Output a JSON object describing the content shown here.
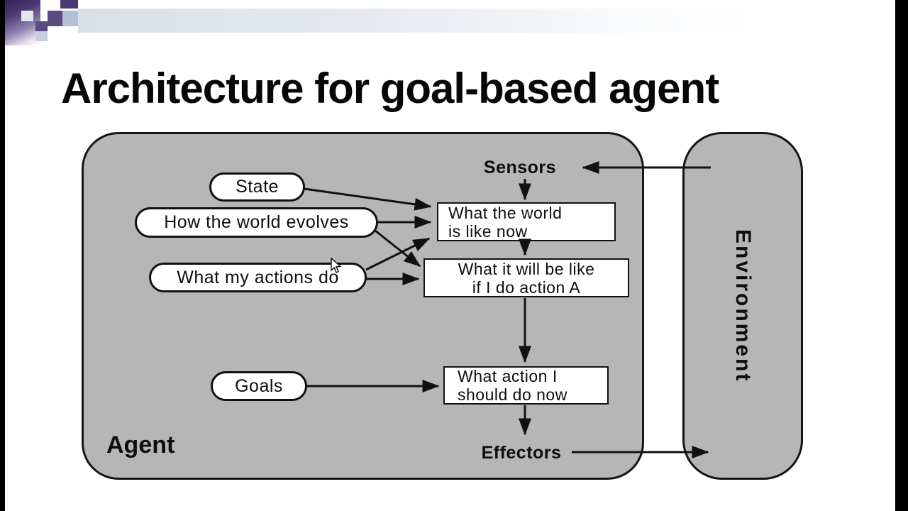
{
  "title": "Architecture for goal-based agent",
  "diagram": {
    "agent_label": "Agent",
    "environment_label": "Environment",
    "sensors_label": "Sensors",
    "effectors_label": "Effectors",
    "ovals": {
      "state": "State",
      "how_world_evolves": "How the world evolves",
      "what_actions_do": "What my actions do",
      "goals": "Goals"
    },
    "boxes": {
      "world_now": {
        "line1": "What the world",
        "line2": "is like now"
      },
      "world_if": {
        "line1": "What it will be like",
        "line2": "if I do action A"
      },
      "action_now": {
        "line1": "What action I",
        "line2": "should do now"
      }
    },
    "edges": [
      {
        "from": "Environment",
        "to": "Sensors"
      },
      {
        "from": "Sensors",
        "to": "What the world is like now"
      },
      {
        "from": "State",
        "to": "What the world is like now"
      },
      {
        "from": "How the world evolves",
        "to": "What the world is like now"
      },
      {
        "from": "How the world evolves",
        "to": "What it will be like if I do action A"
      },
      {
        "from": "What my actions do",
        "to": "What the world is like now"
      },
      {
        "from": "What my actions do",
        "to": "What it will be like if I do action A"
      },
      {
        "from": "What the world is like now",
        "to": "What it will be like if I do action A"
      },
      {
        "from": "What it will be like if I do action A",
        "to": "What action I should do now"
      },
      {
        "from": "Goals",
        "to": "What action I should do now"
      },
      {
        "from": "What action I should do now",
        "to": "Effectors"
      },
      {
        "from": "Effectors",
        "to": "Environment"
      }
    ]
  },
  "cursor": {
    "shape": "arrow-pointer"
  },
  "colors": {
    "slide_background": "#ffffff",
    "frame_bars": "#000000",
    "diagram_fill": "#b6b6b6",
    "diagram_outline": "#161616",
    "node_fill": "#ffffff",
    "text": "#0d0d0d",
    "accent_purple_dark": "#483a72",
    "accent_purple": "#5b4b80",
    "accent_blue_light": "#b3c0d3",
    "header_band": "#d9e0e8"
  }
}
